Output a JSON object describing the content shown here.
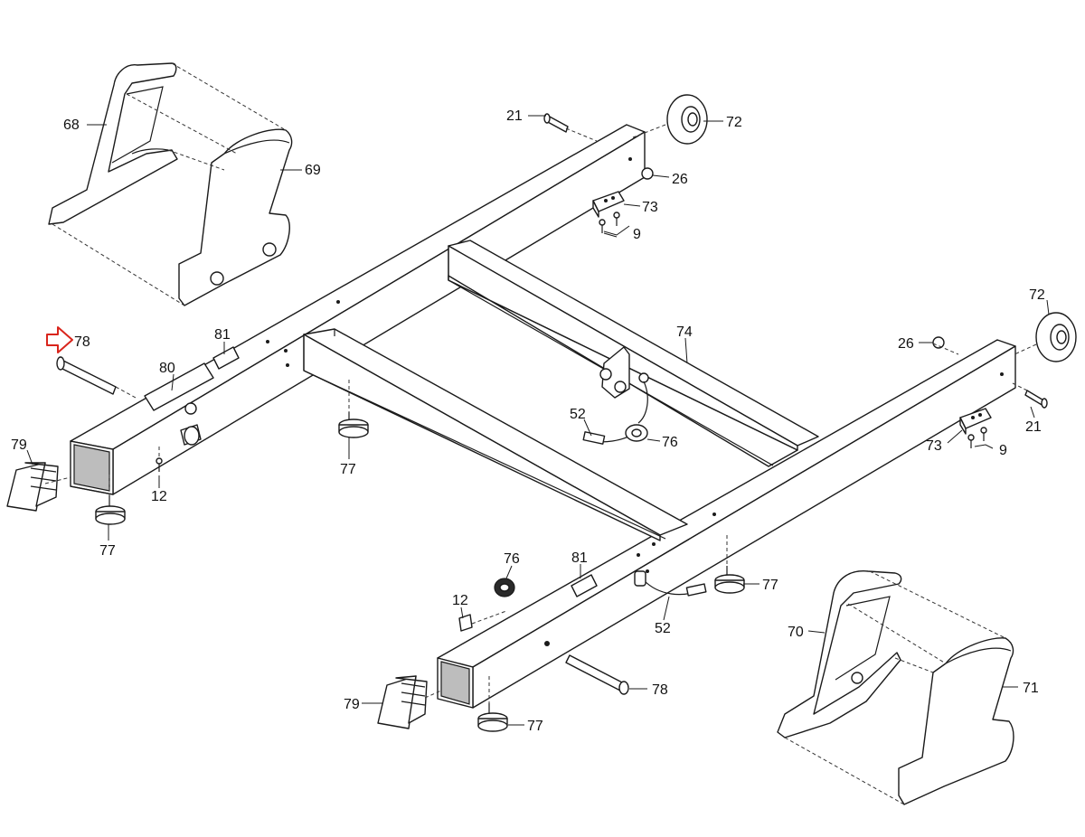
{
  "colors": {
    "line": "#1a1a1a",
    "marker": "#d9251c",
    "background": "#ffffff"
  },
  "marker_icon": "hollow-arrow-right-icon",
  "callouts": [
    {
      "label": "68"
    },
    {
      "label": "69"
    },
    {
      "label": "21"
    },
    {
      "label": "72"
    },
    {
      "label": "26"
    },
    {
      "label": "73"
    },
    {
      "label": "9"
    },
    {
      "label": "78"
    },
    {
      "label": "81"
    },
    {
      "label": "80"
    },
    {
      "label": "74"
    },
    {
      "label": "72"
    },
    {
      "label": "26"
    },
    {
      "label": "21"
    },
    {
      "label": "52"
    },
    {
      "label": "76"
    },
    {
      "label": "73"
    },
    {
      "label": "9"
    },
    {
      "label": "79"
    },
    {
      "label": "12"
    },
    {
      "label": "77"
    },
    {
      "label": "77"
    },
    {
      "label": "76"
    },
    {
      "label": "81"
    },
    {
      "label": "77"
    },
    {
      "label": "12"
    },
    {
      "label": "52"
    },
    {
      "label": "70"
    },
    {
      "label": "71"
    },
    {
      "label": "79"
    },
    {
      "label": "78"
    },
    {
      "label": "77"
    }
  ]
}
